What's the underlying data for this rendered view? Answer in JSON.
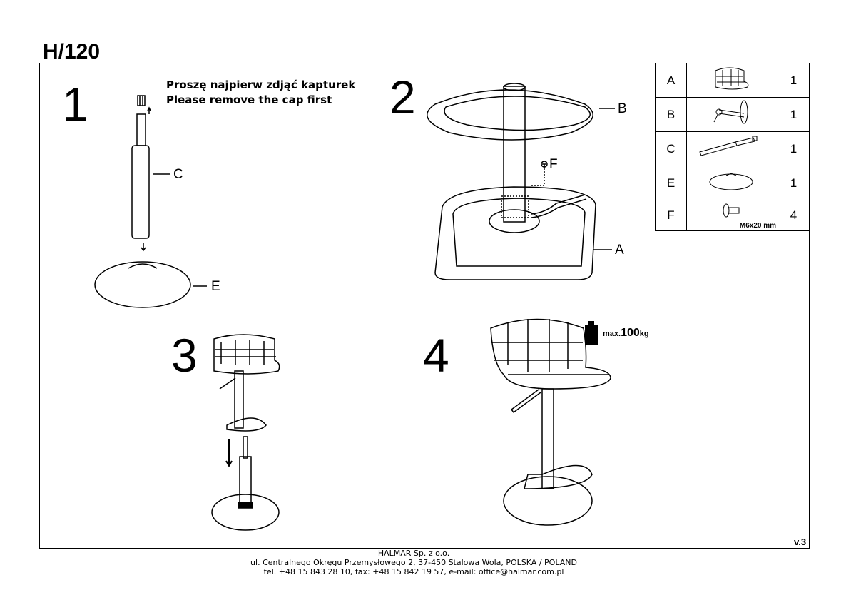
{
  "title": "H/120",
  "steps": {
    "s1": "1",
    "s2": "2",
    "s3": "3",
    "s4": "4"
  },
  "instruction": {
    "pl": "Proszę najpierw zdjąć kapturek",
    "en": "Please remove the cap first"
  },
  "labels": {
    "c": "C",
    "e": "E",
    "b": "B",
    "a": "A",
    "f": "F"
  },
  "max_load": {
    "prefix": "max.",
    "value": "100",
    "unit": "kg"
  },
  "parts": [
    {
      "letter": "A",
      "icon": "seat-icon",
      "qty": "1"
    },
    {
      "letter": "B",
      "icon": "footrest-mechanism-icon",
      "qty": "1"
    },
    {
      "letter": "C",
      "icon": "gas-lift-icon",
      "qty": "1"
    },
    {
      "letter": "E",
      "icon": "base-icon",
      "qty": "1"
    },
    {
      "letter": "F",
      "icon": "screw-icon",
      "qty": "4",
      "spec": "M6x20 mm"
    }
  ],
  "version": "v.3",
  "footer": {
    "company": "HALMAR Sp. z o.o.",
    "address": "ul. Centralnego Okręgu Przemysłowego 2, 37-450 Stalowa Wola, POLSKA / POLAND",
    "contact": "tel. +48 15 843 28 10, fax: +48 15 842 19 57, e-mail: office@halmar.com.pl"
  }
}
